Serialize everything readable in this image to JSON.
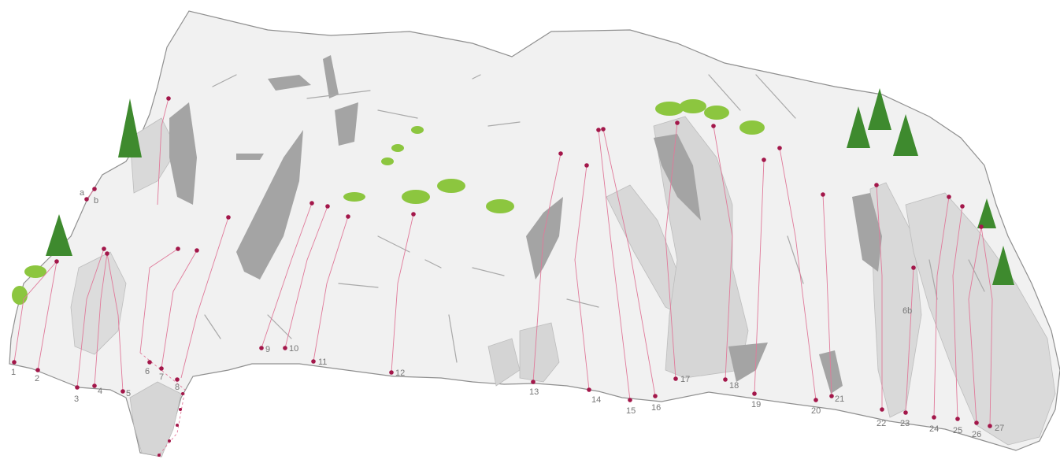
{
  "colors": {
    "background": "#ffffff",
    "rock": "#f1f1f1",
    "rock_outline": "#8f8f8f",
    "rock_shadow_light": "#d6d6d6",
    "rock_shadow_dark": "#a4a4a4",
    "route_line": "#e07a9a",
    "route_dot": "#a3174a",
    "tree": "#3e8a2e",
    "bush": "#8cc63f",
    "label": "#777777"
  },
  "route_labels": [
    "1",
    "2",
    "3",
    "4",
    "5",
    "6",
    "7",
    "8",
    "9",
    "10",
    "11",
    "12",
    "13",
    "14",
    "15",
    "16",
    "17",
    "18",
    "19",
    "20",
    "21",
    "22",
    "23",
    "24",
    "25",
    "26",
    "27"
  ],
  "variant_labels": [
    "a",
    "b",
    "6b"
  ],
  "icons": [
    "conifer-tree-icon",
    "bush-icon"
  ]
}
